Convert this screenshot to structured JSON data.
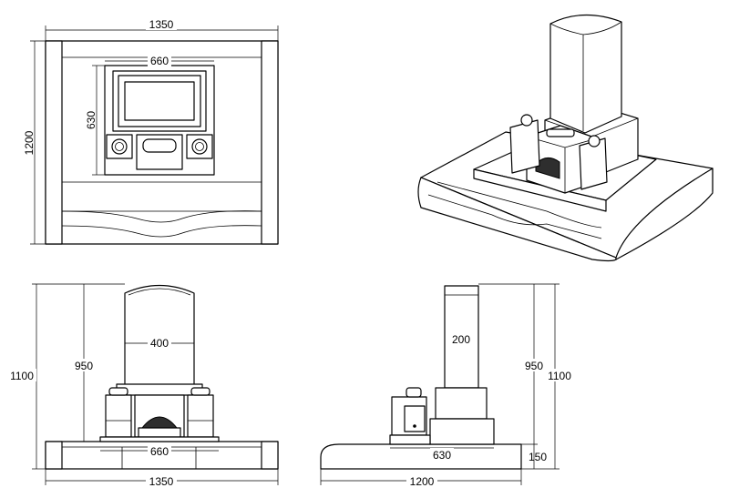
{
  "views": {
    "top": {
      "dim_width": "1350",
      "dim_depth": "1200",
      "dim_inner_width": "660",
      "dim_inner_depth": "630"
    },
    "front": {
      "dim_total_height": "1100",
      "dim_monument_height": "950",
      "dim_stone_width": "400",
      "dim_inner_width": "660",
      "dim_base_width": "1350"
    },
    "side": {
      "dim_stone_depth": "200",
      "dim_monument_height": "950",
      "dim_total_height": "1100",
      "dim_inner_depth": "630",
      "dim_base_height": "150",
      "dim_base_depth": "1200"
    }
  }
}
